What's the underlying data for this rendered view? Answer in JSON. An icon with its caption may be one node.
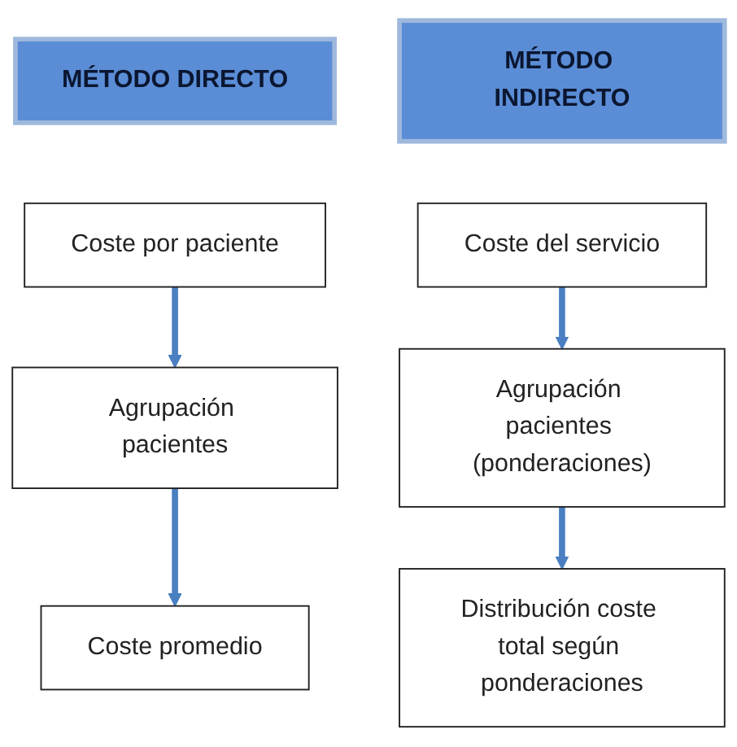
{
  "diagram": {
    "nodes": [
      {
        "text": [
          "MÉTODO DIRECTO"
        ]
      },
      {
        "text": [
          "MÉTODO INDIRECTO"
        ]
      },
      {
        "text": [
          "Coste por paciente"
        ]
      },
      {
        "text": [
          "Coste del servicio"
        ]
      },
      {
        "text": [
          "Agrupación pacientes"
        ]
      },
      {
        "text": [
          "Agrupación pacientes (ponderaciones)"
        ]
      },
      {
        "text": [
          "Coste promedio"
        ]
      },
      {
        "text": [
          "Distribución coste total según ponderaciones"
        ]
      }
    ],
    "edges": [
      {
        "from": 2,
        "to": 4,
        "arrow": "to"
      },
      {
        "from": 4,
        "to": 6,
        "arrow": "to"
      },
      {
        "from": 3,
        "to": 5,
        "arrow": "to"
      },
      {
        "from": 5,
        "to": 7,
        "arrow": "to"
      }
    ]
  }
}
